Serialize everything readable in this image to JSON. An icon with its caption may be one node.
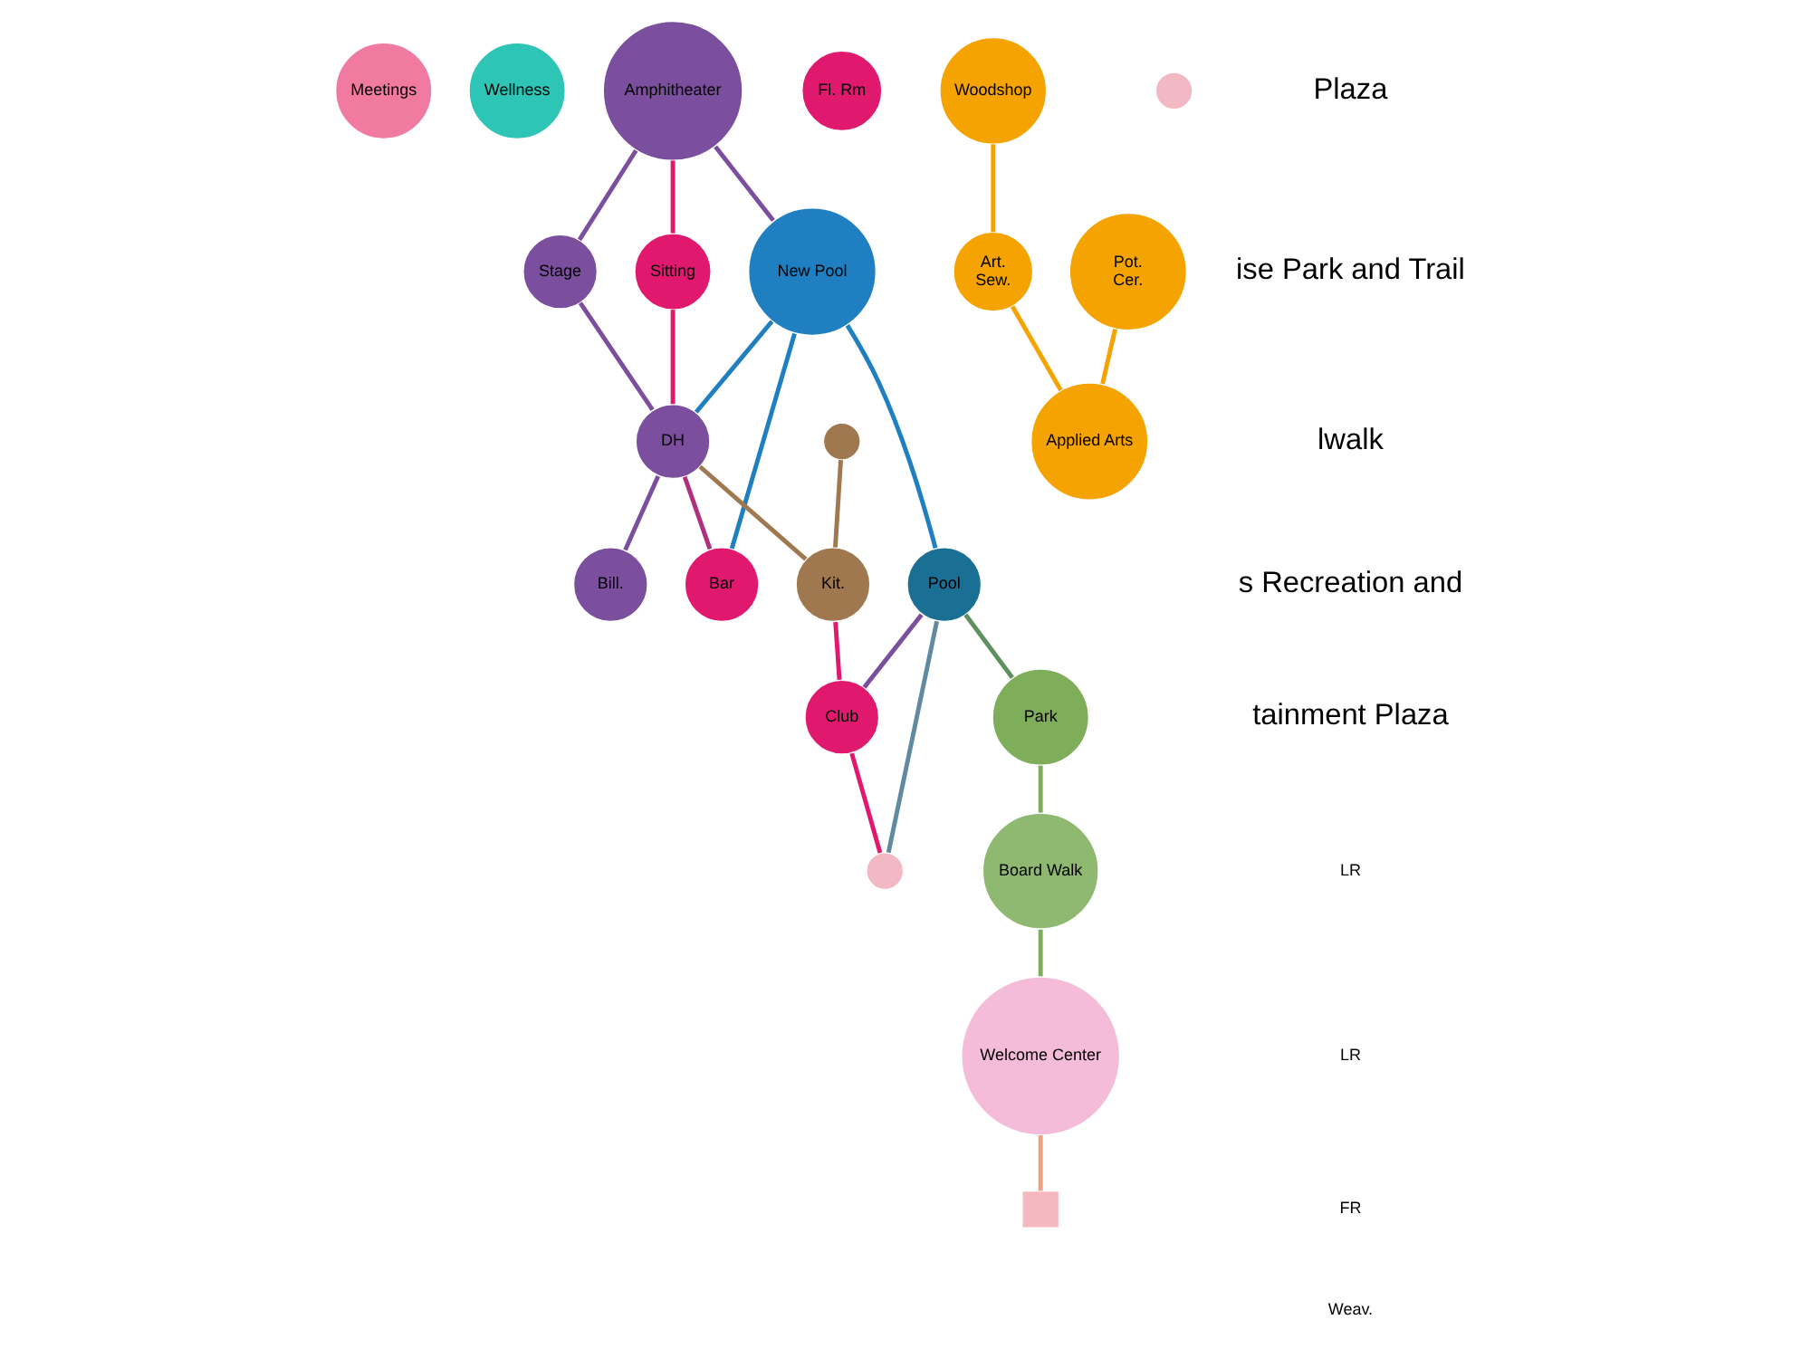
{
  "diagram": {
    "nodes": [
      {
        "text": [
          "Meetings"
        ]
      },
      {
        "text": [
          "Wellness"
        ]
      },
      {
        "text": [
          "Amphitheater"
        ]
      },
      {
        "text": [
          "Sitting"
        ]
      },
      {
        "text": [
          "Stage"
        ]
      },
      {
        "text": [
          "Fl. Rm"
        ]
      },
      {
        "text": [
          "New Pool"
        ]
      },
      {
        "text": [],
        "shape": "circle"
      },
      {
        "text": [
          "DH"
        ]
      },
      {
        "text": [
          "Bill."
        ]
      },
      {
        "text": [
          "Bar"
        ]
      },
      {
        "text": [
          "Kit."
        ]
      },
      {
        "text": [
          "Club"
        ]
      },
      {
        "text": [
          "Pool"
        ]
      },
      {
        "text": [],
        "shape": "circle"
      },
      {
        "text": [
          "Woodshop"
        ]
      },
      {
        "text": [
          "Art.",
          "Sew."
        ]
      },
      {
        "text": [],
        "shape": "circle"
      },
      {
        "text": [
          "Park"
        ]
      },
      {
        "text": [],
        "shape": "box"
      },
      {
        "text": [
          "Pot.",
          "Cer."
        ]
      },
      {
        "text": [
          "Applied Arts"
        ]
      },
      {
        "text": [
          "Board Walk"
        ]
      },
      {
        "text": [
          "Welcome Center"
        ]
      }
    ],
    "edges": [
      {
        "from": 2,
        "to": 3,
        "arrow": "none",
        "color": "#e0196e"
      },
      {
        "from": 2,
        "to": 4,
        "arrow": "none",
        "color": "#7b4f9e"
      },
      {
        "from": 2,
        "to": 6,
        "arrow": "none",
        "color": "#7b4f9e"
      },
      {
        "from": 4,
        "to": 8,
        "arrow": "none",
        "color": "#7b4f9e"
      },
      {
        "from": 3,
        "to": 8,
        "arrow": "none",
        "color": "#e0196e"
      },
      {
        "from": 7,
        "to": 11,
        "arrow": "none",
        "color": "#a07850"
      },
      {
        "from": 6,
        "to": 8,
        "arrow": "none",
        "color": "#1f7fc0"
      },
      {
        "from": 6,
        "to": 10,
        "arrow": "none",
        "color": "#1f7fc0"
      },
      {
        "from": 8,
        "to": 10,
        "arrow": "none",
        "color": "#b0307e"
      },
      {
        "from": 8,
        "to": 11,
        "arrow": "none",
        "color": "#a07850"
      },
      {
        "from": 8,
        "to": 9,
        "arrow": "none",
        "color": "#7b4f9e"
      },
      {
        "from": 11,
        "to": 12,
        "arrow": "none",
        "color": "#e0196e"
      },
      {
        "from": 6,
        "to": 13,
        "arrow": "none",
        "color": "#1f7fc0"
      },
      {
        "from": 13,
        "to": 12,
        "arrow": "none",
        "color": "#7b4f9e"
      },
      {
        "from": 13,
        "to": 14,
        "arrow": "none",
        "color": "#5f8aa0"
      },
      {
        "from": 12,
        "to": 14,
        "arrow": "none",
        "color": "#e0196e"
      },
      {
        "from": 13,
        "to": 18,
        "arrow": "none",
        "color": "#5f9060"
      },
      {
        "from": 15,
        "to": 16,
        "arrow": "none",
        "color": "#f5a300"
      },
      {
        "from": 16,
        "to": 21,
        "arrow": "none",
        "color": "#f5a300"
      },
      {
        "from": 20,
        "to": 21,
        "arrow": "none",
        "color": "#f5a300"
      },
      {
        "from": 18,
        "to": 22,
        "arrow": "none",
        "color": "#7fae5a"
      },
      {
        "from": 22,
        "to": 23,
        "arrow": "none",
        "color": "#7fae5a"
      },
      {
        "from": 23,
        "to": 19,
        "arrow": "none",
        "color": "#f0a080"
      }
    ],
    "labels": [
      "Plaza",
      "ise Park and Trail",
      "lwalk",
      "s Recreation and",
      "tainment Plaza",
      "LR",
      "LR",
      "FR",
      "Weav."
    ]
  }
}
